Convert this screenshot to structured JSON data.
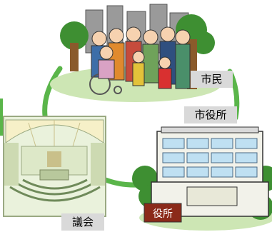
{
  "diagram": {
    "nodes": {
      "citizens": {
        "label": "市民"
      },
      "city_hall": {
        "label": "市役所",
        "sign_text": "役所"
      },
      "assembly": {
        "label": "議会"
      }
    },
    "colors": {
      "ring": "#5ab54a",
      "label_bg": "#d9d9d9",
      "ground": "#cde6b4",
      "tree": "#3e8f32",
      "building_wall": "#f2f2ea",
      "window": "#bfe0f2",
      "sign_bg": "#8b2a1a",
      "sign_text": "#ffffff",
      "chamber_ceiling": "#eaf2dc",
      "chamber_frame": "#9aa982"
    },
    "icons": [
      "citizens-crowd-illustration",
      "city-hall-building-illustration",
      "assembly-chamber-illustration"
    ]
  }
}
